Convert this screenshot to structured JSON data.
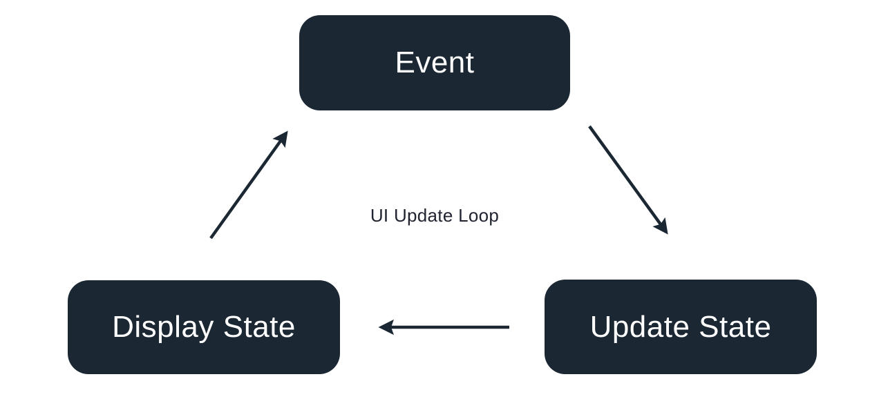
{
  "diagram": {
    "title": "UI Update Loop",
    "nodes": [
      {
        "id": "event",
        "label": "Event"
      },
      {
        "id": "display-state",
        "label": "Display State"
      },
      {
        "id": "update-state",
        "label": "Update State"
      }
    ],
    "edges": [
      {
        "from": "event",
        "to": "update-state"
      },
      {
        "from": "update-state",
        "to": "display-state"
      },
      {
        "from": "display-state",
        "to": "event"
      }
    ],
    "colors": {
      "background": "#FFFFFF",
      "node_fill": "#1B2733",
      "node_text": "#FFFFFF",
      "arrow": "#1B2733",
      "title_text": "#202430"
    }
  }
}
